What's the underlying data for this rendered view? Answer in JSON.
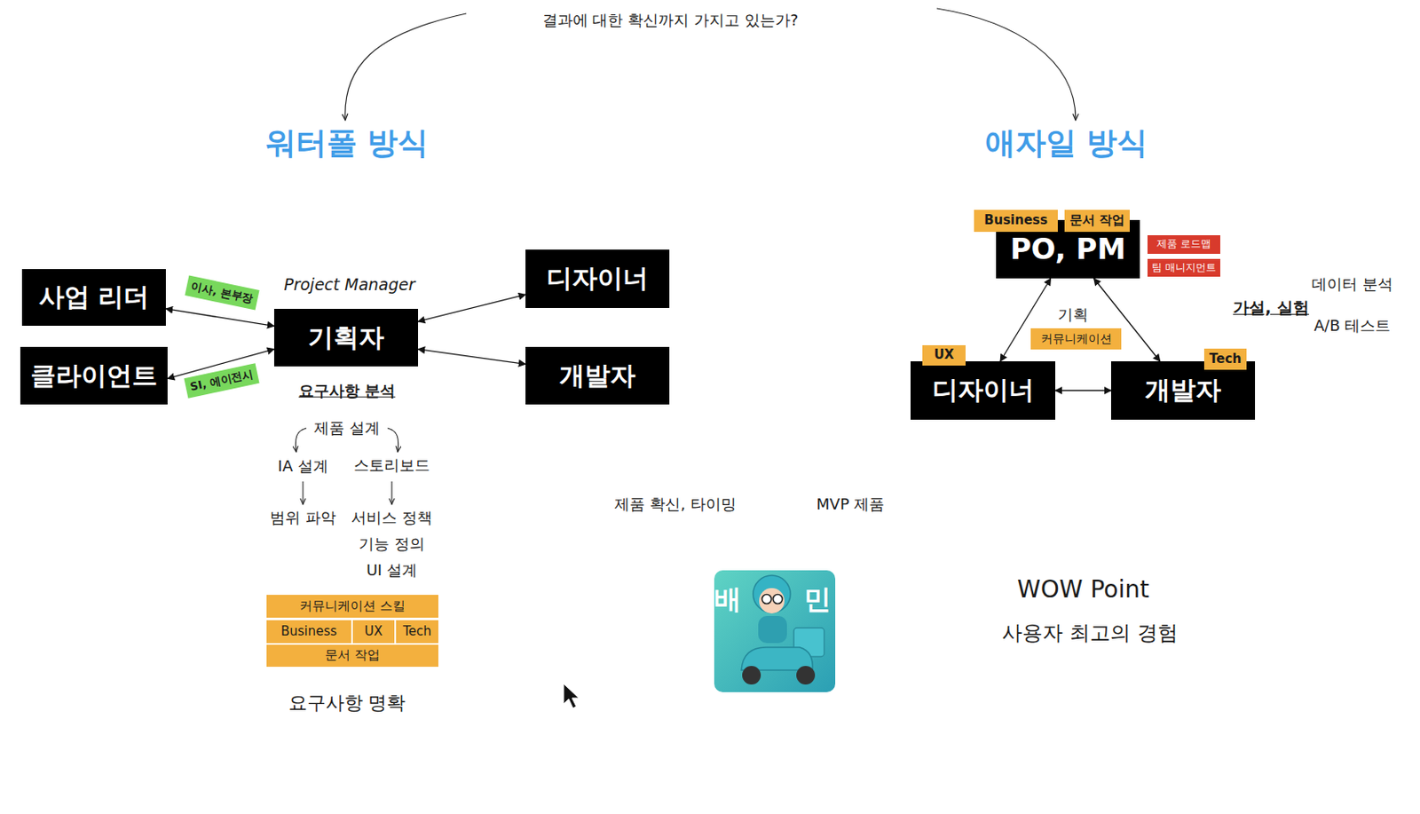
{
  "diagram": {
    "nodes": [
      {
        "text": [
          "사업 리더"
        ]
      },
      {
        "text": [
          "이사, 본부장"
        ]
      },
      {
        "text": [
          "기획자"
        ]
      },
      {
        "text": [
          "디자이너"
        ]
      },
      {
        "text": [
          "클라이언트"
        ]
      },
      {
        "text": [
          "SI, 에이전시"
        ]
      },
      {
        "text": [
          "개발자"
        ]
      },
      {
        "text": [
          "커뮤니케이션 스킬"
        ]
      },
      {
        "text": [
          "Business"
        ]
      },
      {
        "text": [
          "UX"
        ]
      },
      {
        "text": [
          "Tech"
        ]
      },
      {
        "text": [
          "문서 작업"
        ]
      },
      {
        "text": [
          "Business"
        ]
      },
      {
        "text": [
          "문서 작업"
        ]
      },
      {
        "text": [
          "PO, PM"
        ]
      },
      {
        "text": [
          "제품 로드맵"
        ]
      },
      {
        "text": [
          "팀 매니지먼트"
        ]
      },
      {
        "text": [
          "커뮤니케이션"
        ]
      },
      {
        "text": [
          "UX"
        ]
      },
      {
        "text": [
          "디자이너"
        ]
      },
      {
        "text": [
          "Tech"
        ]
      },
      {
        "text": [
          "개발자"
        ]
      }
    ],
    "edges": [
      {
        "from": 0,
        "to": 2,
        "arrow": "both"
      },
      {
        "from": 4,
        "to": 2,
        "arrow": "both"
      },
      {
        "from": 2,
        "to": 3,
        "arrow": "both"
      },
      {
        "from": 2,
        "to": 6,
        "arrow": "both"
      },
      {
        "from": 14,
        "to": 19,
        "arrow": "both"
      },
      {
        "from": 14,
        "to": 21,
        "arrow": "both"
      },
      {
        "from": 19,
        "to": 21,
        "arrow": "both"
      }
    ],
    "labels": [
      "결과에 대한 확신까지 가지고 있는가?",
      "워터폴 방식",
      "애자일 방식",
      "Project Manager",
      "요구사항 분석",
      "제품 설계",
      "IA 설계",
      "스토리보드",
      "범위 파악",
      "서비스 정책",
      "기능 정의",
      "UI 설계",
      "요구사항 명확",
      "기획",
      "데이터 분석",
      "가설, 실험",
      "A/B 테스트",
      "제품 확신, 타이밍",
      "MVP 제품",
      "배",
      "민",
      "WOW Point",
      "사용자 최고의 경험"
    ]
  }
}
